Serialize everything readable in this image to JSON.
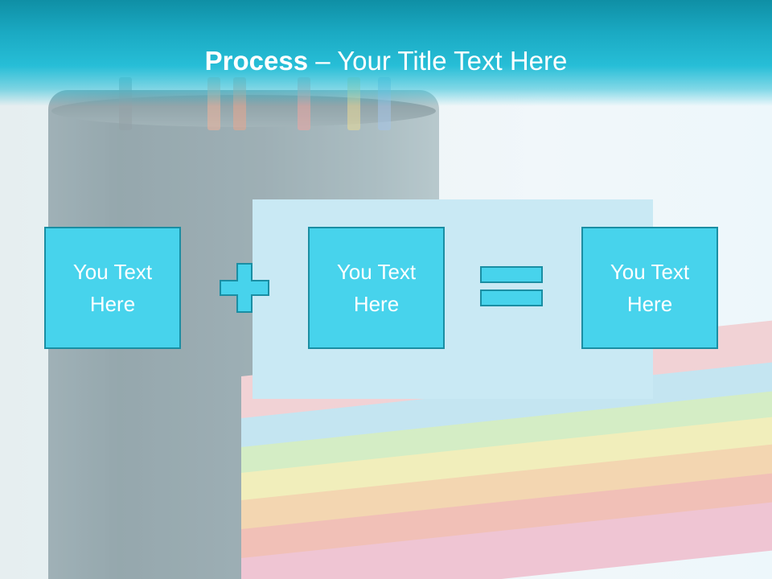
{
  "header": {
    "title_bold": "Process",
    "title_rest": " – Your Title Text Here"
  },
  "process": {
    "steps": [
      {
        "label": "You Text Here"
      },
      {
        "label": "You Text Here"
      },
      {
        "label": "You Text Here"
      }
    ],
    "operators": [
      "plus-icon",
      "equals-icon"
    ]
  },
  "colors": {
    "title_bar": "#27bed7",
    "box_fill": "#47d3ec",
    "box_border": "#1a8ea3",
    "text": "#ffffff"
  }
}
